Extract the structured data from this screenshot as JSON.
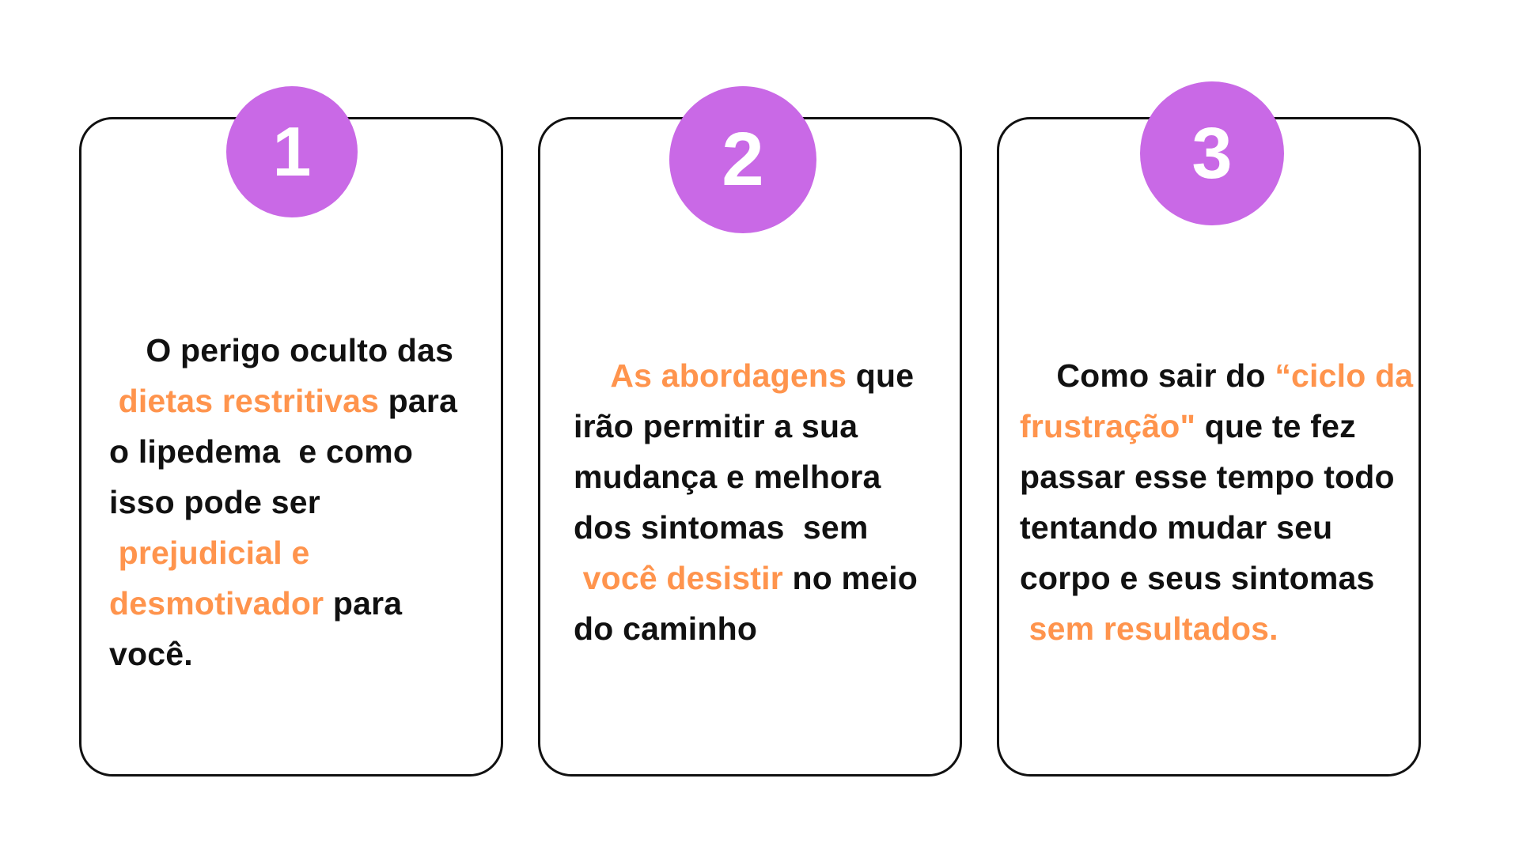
{
  "colors": {
    "circle": "#c969e6",
    "highlight": "#ff944d",
    "text": "#111111",
    "border": "#111111"
  },
  "cards": [
    {
      "number": "1",
      "segments": [
        {
          "text": "O perigo oculto das\n ",
          "highlight": false
        },
        {
          "text": "dietas restritivas",
          "highlight": true
        },
        {
          "text": " para\no lipedema  e como\nisso pode ser\n ",
          "highlight": false
        },
        {
          "text": "prejudicial e\ndesmotivador",
          "highlight": true
        },
        {
          "text": " para\nvocê.",
          "highlight": false
        }
      ]
    },
    {
      "number": "2",
      "segments": [
        {
          "text": "As abordagens",
          "highlight": true
        },
        {
          "text": " que\nirão permitir a sua\nmudança e melhora\ndos sintomas  sem\n ",
          "highlight": false
        },
        {
          "text": "você desistir",
          "highlight": true
        },
        {
          "text": " no meio\ndo caminho",
          "highlight": false
        }
      ]
    },
    {
      "number": "3",
      "segments": [
        {
          "text": "Como sair do ",
          "highlight": false
        },
        {
          "text": "“ciclo da\nfrustração\"",
          "highlight": true
        },
        {
          "text": " que te fez\npassar esse tempo todo\ntentando mudar seu\ncorpo e seus sintomas\n ",
          "highlight": false
        },
        {
          "text": "sem resultados.",
          "highlight": true
        }
      ]
    }
  ]
}
